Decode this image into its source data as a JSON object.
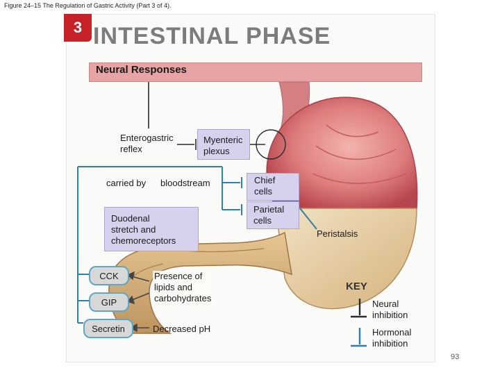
{
  "caption": "Figure 24–15 The Regulation of Gastric Activity (Part 3 of 4).",
  "step_number": "3",
  "title": "INTESTINAL PHASE",
  "neural_responses": "Neural Responses",
  "labels": {
    "enterogastric_line1": "Enterogastric",
    "enterogastric_line2": "reflex",
    "myenteric_line1": "Myenteric",
    "myenteric_line2": "plexus",
    "carried_by": "carried by",
    "bloodstream": "bloodstream",
    "chief_line1": "Chief",
    "chief_line2": "cells",
    "parietal_line1": "Parietal",
    "parietal_line2": "cells",
    "peristalsis": "Peristalsis",
    "duodenal_line1": "Duodenal",
    "duodenal_line2": "stretch and",
    "duodenal_line3": "chemoreceptors",
    "presence_line1": "Presence of",
    "presence_line2": "lipids and",
    "presence_line3": "carbohydrates",
    "decreased_ph": "Decreased pH"
  },
  "hormones": [
    "CCK",
    "GIP",
    "Secretin"
  ],
  "key": {
    "title": "KEY",
    "neural_line1": "Neural",
    "neural_line2": "inhibition",
    "hormonal_line1": "Hormonal",
    "hormonal_line2": "inhibition"
  },
  "slide_number": "93",
  "colors": {
    "step_badge": "#c62228",
    "neural_bar": "#e8a4a4",
    "neural_line": "#2a2a2a",
    "hormonal_line": "#2f7fa6",
    "receptor_box": "#d6d2ee",
    "hormone_pill_border": "#5aa8c8",
    "stomach_fundus": "#d9696d",
    "duodenum": "#d8b27c"
  }
}
